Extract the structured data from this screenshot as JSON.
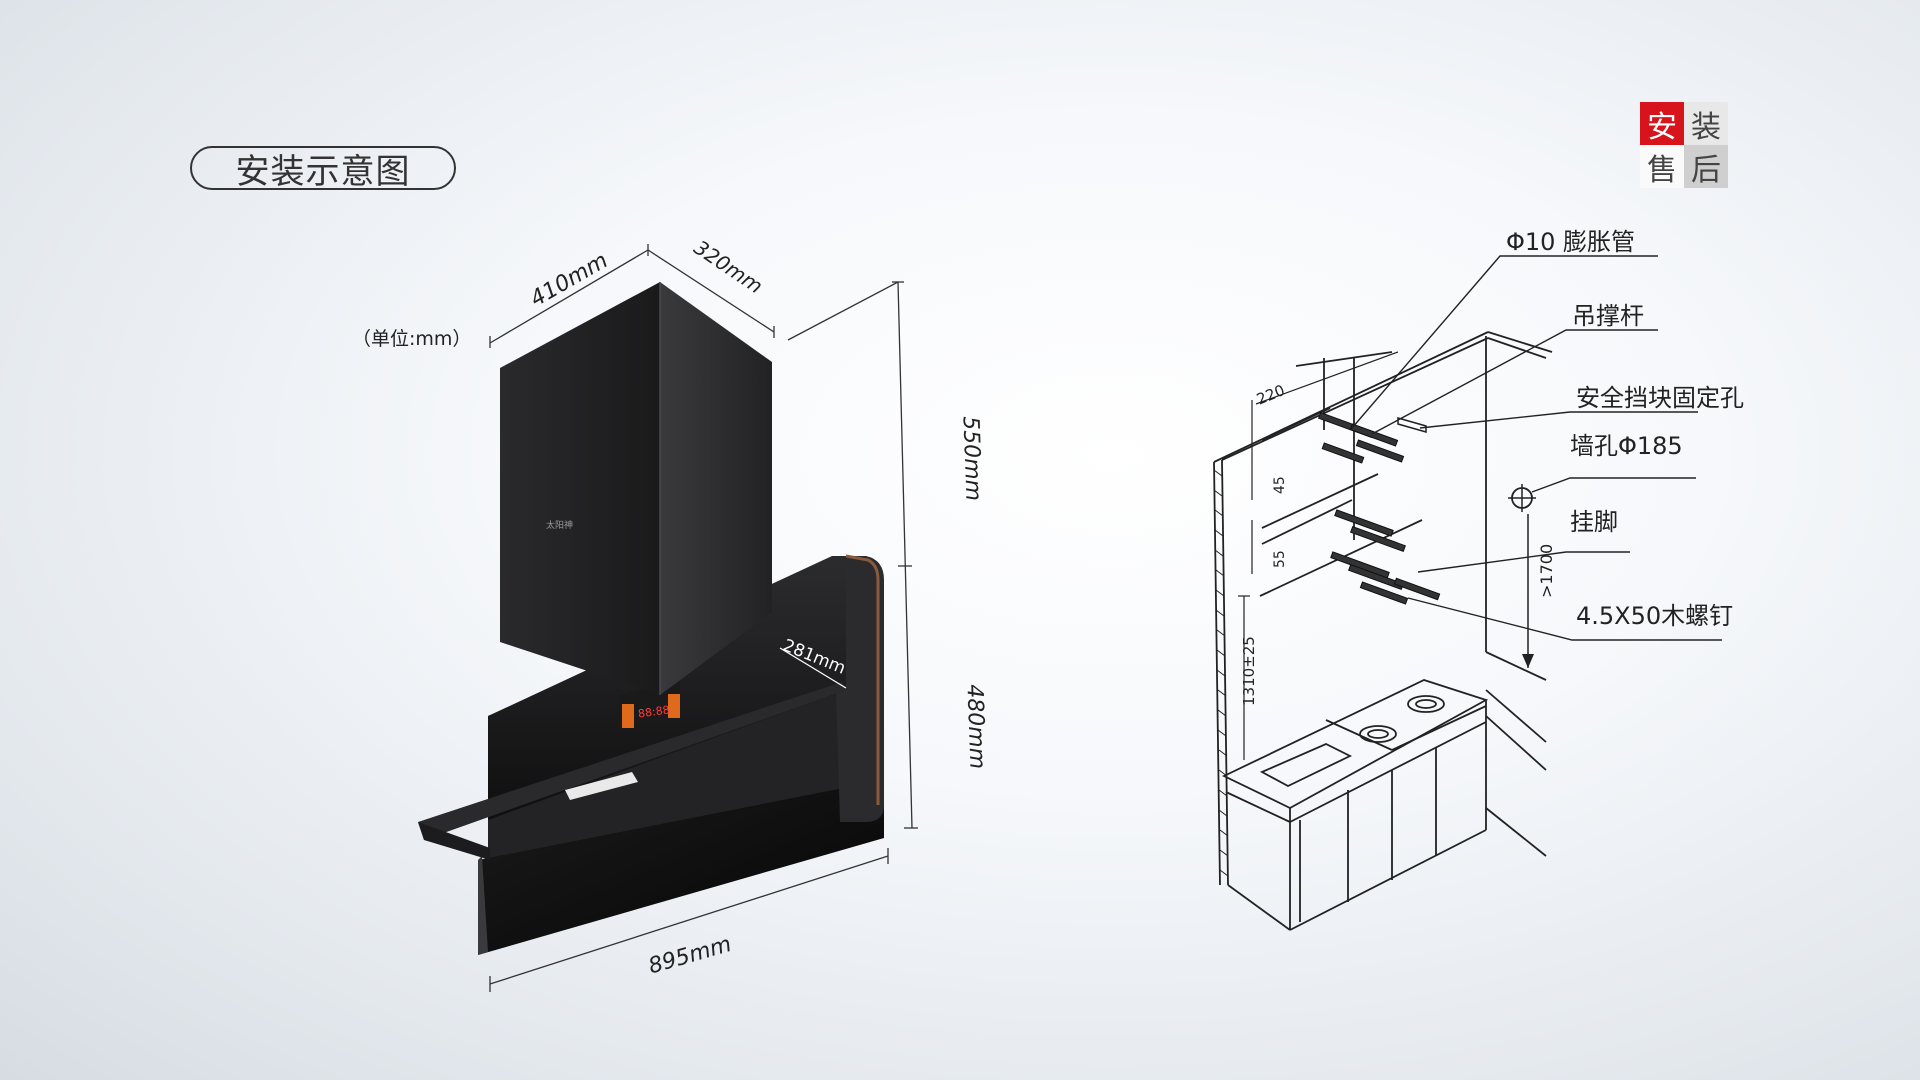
{
  "header": {
    "title": "安装示意图"
  },
  "badge": {
    "cells": [
      "安",
      "装",
      "售",
      "后"
    ]
  },
  "product": {
    "unit_note": "（单位:mm）",
    "dimensions": {
      "depth_top": "410mm",
      "width_top": "320mm",
      "height_top": "550mm",
      "height_bottom": "480mm",
      "width_bottom": "895mm",
      "panel_depth": "281mm"
    },
    "brand_logo": "太阳神",
    "display_digits": "88:88"
  },
  "install": {
    "labels": {
      "expansion_pipe": "Φ10 膨胀管",
      "hanger_rod": "吊撑杆",
      "safety_block": "安全挡块固定孔",
      "wall_hole": "墙孔Φ185",
      "hanging_foot": "挂脚",
      "wood_screw": "4.5X50木螺钉"
    },
    "dims": {
      "d220": "220",
      "d45": "45",
      "d55": "55",
      "d1700": ">1700",
      "d1310": "1310±25"
    }
  }
}
